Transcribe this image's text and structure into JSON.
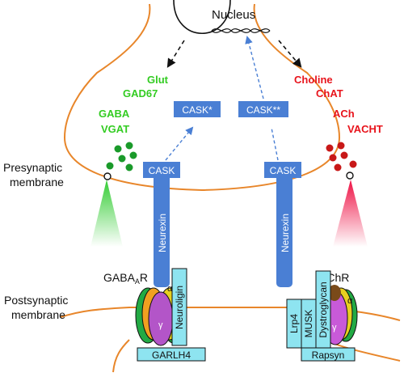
{
  "nucleus": {
    "label": "Nucleus"
  },
  "gaba_markers": [
    "Glut",
    "GAD67",
    "GABA",
    "VGAT"
  ],
  "ach_markers": [
    "Choline",
    "ChAT",
    "ACh",
    "VACHT"
  ],
  "cask": {
    "left_active": "CASK*",
    "right_active": "CASK**",
    "base": "CASK"
  },
  "neurexin": "Neurexin",
  "presynaptic": {
    "line1": "Presynaptic",
    "line2": "membrane"
  },
  "postsynaptic": {
    "line1": "Postsynaptic",
    "line2": "membrane"
  },
  "gaba_receptor": {
    "prefix": "GABA",
    "subscript": "A",
    "suffix": "R"
  },
  "ach_receptor": "AChR",
  "neuroligin": "Neuroligin",
  "garlh4": "GARLH4",
  "lrp4": "Lrp4",
  "musk": "MUSK",
  "dystroglycan": "Dystroglycan",
  "rapsyn": "Rapsyn",
  "alpha": "α",
  "gamma": "γ",
  "colors": {
    "membrane": "#e8862a",
    "green_text": "#33cc22",
    "red_text": "#e8141c",
    "cask_blue": "#4a7fd4",
    "cyan_box": "#8ee4f0",
    "vesicle_green": "#1a9a2a",
    "vesicle_red": "#c81818"
  }
}
